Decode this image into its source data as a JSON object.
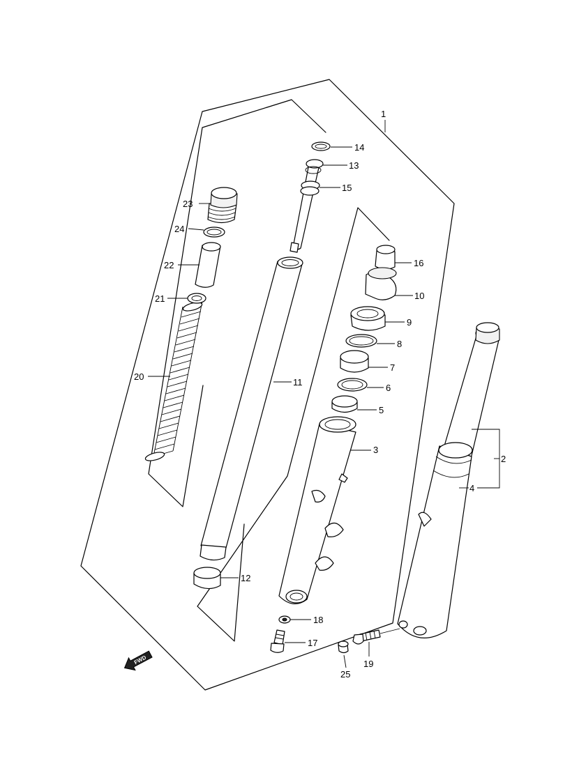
{
  "callouts": {
    "c1": "1",
    "c2": "2",
    "c3": "3",
    "c4": "4",
    "c5": "5",
    "c6": "6",
    "c7": "7",
    "c8": "8",
    "c9": "9",
    "c10": "10",
    "c11": "11",
    "c12": "12",
    "c13": "13",
    "c14": "14",
    "c15": "15",
    "c16": "16",
    "c17": "17",
    "c18": "18",
    "c19": "19",
    "c20": "20",
    "c21": "21",
    "c22": "22",
    "c23": "23",
    "c24": "24",
    "c25": "25"
  },
  "direction_badge": {
    "label": "FWD",
    "icon": "forward-arrow-icon"
  },
  "colors": {
    "ink": "#000000",
    "paper": "#ffffff"
  }
}
